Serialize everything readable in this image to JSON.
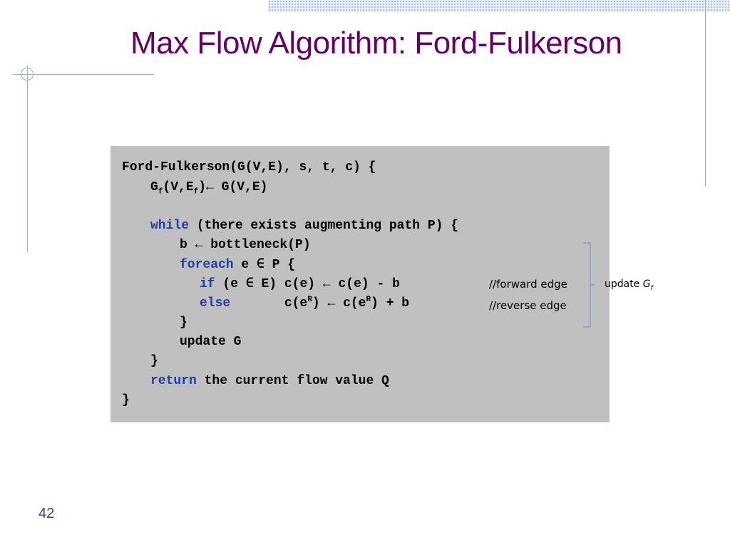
{
  "slide": {
    "title": "Max Flow Algorithm: Ford-Fulkerson",
    "page_number": "42"
  },
  "code": {
    "line1": "Ford-Fulkerson(G(V,E), s, t, c) {",
    "line2_g": "G",
    "line2_sub1": "f",
    "line2_mid": "(V,E",
    "line2_sub2": "f",
    "line2_rest": ")← G(V,E)",
    "while_kw": "while",
    "while_rest": " (there exists augmenting path P) {",
    "b_line": "b ← bottleneck(P)",
    "foreach_kw": "foreach",
    "foreach_rest": " e ∈ P {",
    "if_kw": "if",
    "if_rest": " (e ∈ E) c(e) ← c(e) - b",
    "else_kw": "else",
    "else_pre": "       c(e",
    "else_sup1": "R",
    "else_mid": ") ← c(e",
    "else_sup2": "R",
    "else_rest": ") + b",
    "close_inner": "}",
    "update_g": "update G",
    "close_while": "}",
    "return_kw": "return",
    "return_rest": " the current flow value Q",
    "close_fn": "}"
  },
  "annotations": {
    "forward_comment": "//forward edge",
    "reverse_comment": "//reverse edge",
    "update_label": "update ",
    "update_g": "G",
    "update_sub": "f"
  },
  "colors": {
    "title": "#660066",
    "keyword": "#1f3ea8",
    "code_background": "#c0c0c0",
    "brace": "#8a9cc8"
  }
}
